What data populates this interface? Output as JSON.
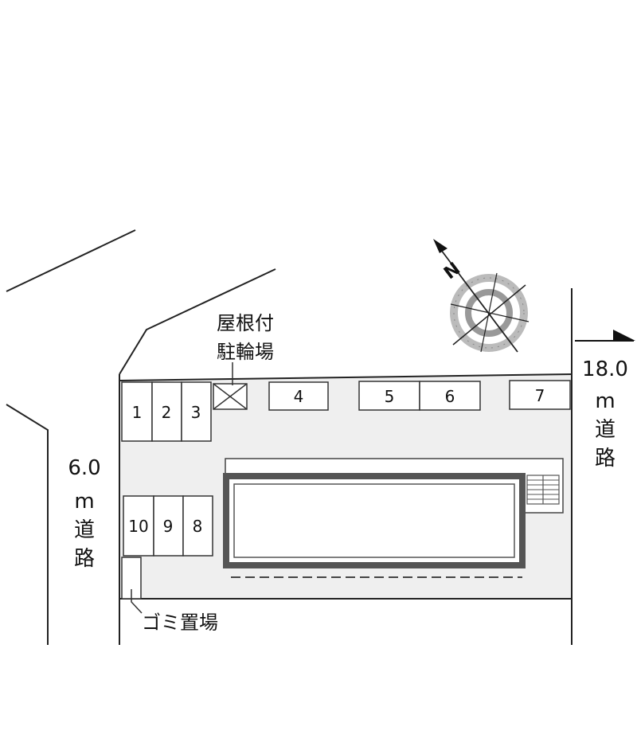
{
  "parking_spaces": [
    {
      "id": "space-1",
      "label": "1"
    },
    {
      "id": "space-2",
      "label": "2"
    },
    {
      "id": "space-3",
      "label": "3"
    },
    {
      "id": "space-4",
      "label": "4"
    },
    {
      "id": "space-5",
      "label": "5"
    },
    {
      "id": "space-6",
      "label": "6"
    },
    {
      "id": "space-7",
      "label": "7"
    },
    {
      "id": "space-8",
      "label": "8"
    },
    {
      "id": "space-9",
      "label": "9"
    },
    {
      "id": "space-10",
      "label": "10"
    }
  ],
  "bike_parking": {
    "line1": "屋根付",
    "line2": "駐輪場"
  },
  "garbage": {
    "label": "ゴミ置場"
  },
  "road_left": {
    "width": "6.0",
    "unit": "m",
    "char1": "道",
    "char2": "路"
  },
  "road_right": {
    "width": "18.0",
    "unit": "m",
    "char1": "道",
    "char2": "路"
  },
  "compass": {
    "north": "N"
  },
  "colors": {
    "lot_fill": "#efefef",
    "building_border": "#555555",
    "line": "#222222"
  }
}
